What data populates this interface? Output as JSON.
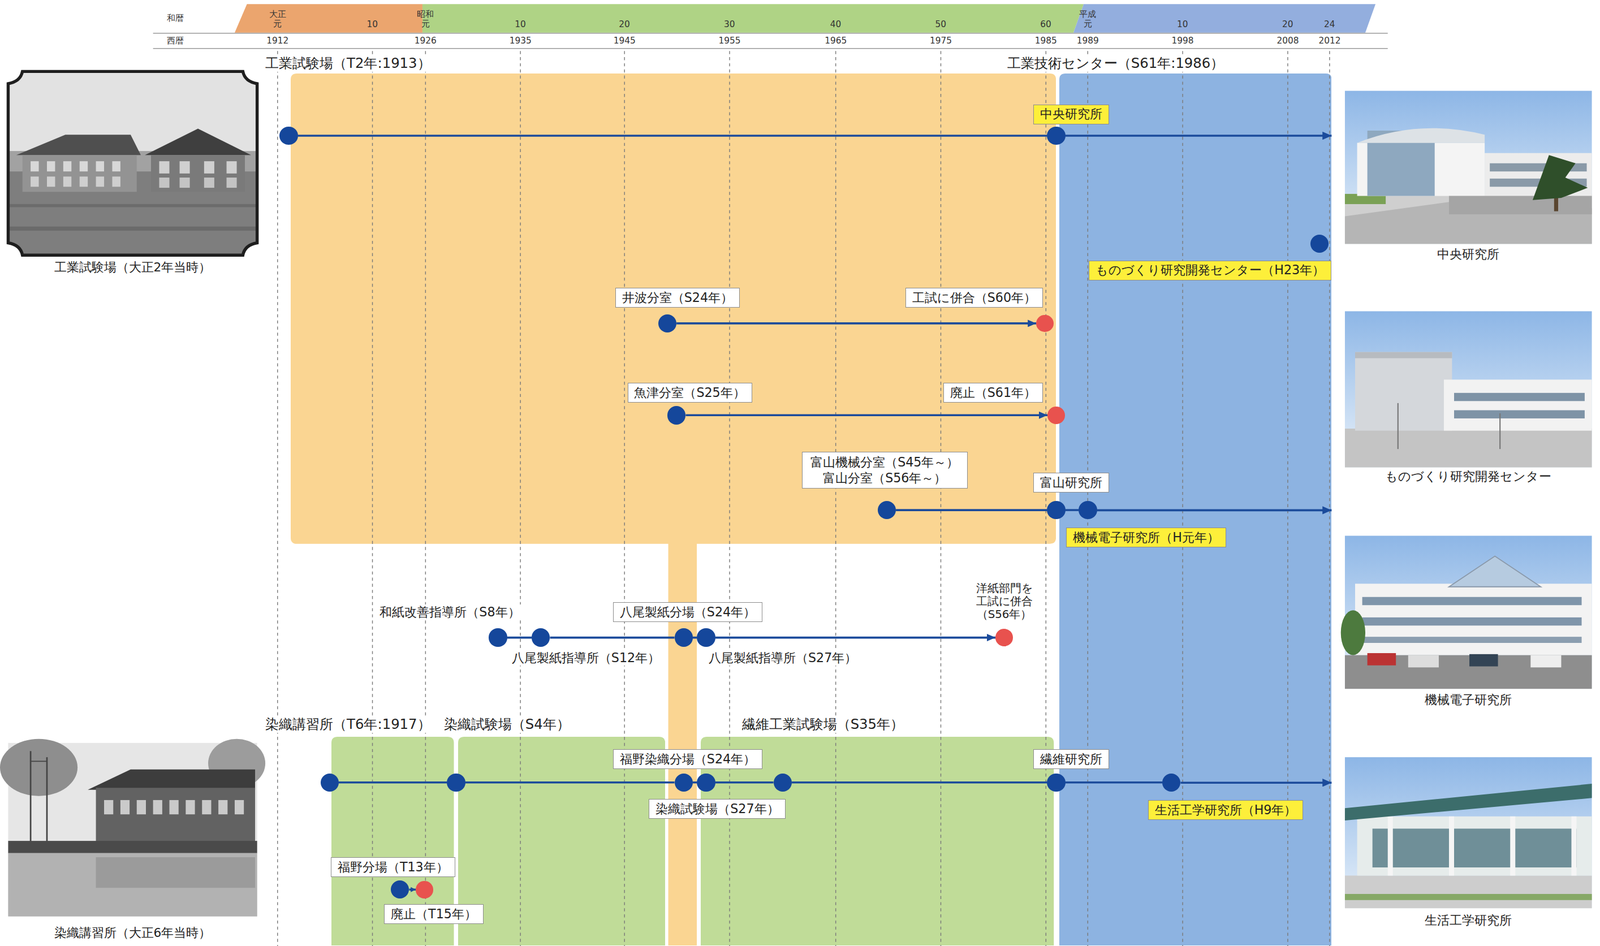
{
  "diagram": {
    "nodes": [
      {
        "text": [
          "工業試験場（大正2年当時）"
        ]
      },
      {
        "text": [
          "工業試験場（T2年:1913）"
        ]
      },
      {
        "text": [
          "工業技術センター（S61年:1986）"
        ]
      },
      {
        "text": [
          "中央研究所"
        ],
        "in": 2
      },
      {
        "text": [
          "中央研究所"
        ]
      },
      {
        "text": [
          "ものづくり研究開発センター（H23年）"
        ],
        "in": 2
      },
      {
        "text": [
          "ものづくり研究開発センター"
        ]
      },
      {
        "text": [
          "井波分室（S24年）"
        ],
        "in": 1
      },
      {
        "text": [
          "工試に併合（S60年）"
        ],
        "in": 1
      },
      {
        "text": [
          "魚津分室（S25年）"
        ],
        "in": 1
      },
      {
        "text": [
          "廃止（S61年）"
        ],
        "in": 1
      },
      {
        "text": [
          "富山機械分室（S45年～）",
          "富山分室（S56年～）"
        ],
        "in": 1
      },
      {
        "text": [
          "富山研究所"
        ],
        "in": 2
      },
      {
        "text": [
          "機械電子研究所（H元年）"
        ],
        "in": 2
      },
      {
        "text": [
          "機械電子研究所"
        ]
      },
      {
        "text": [
          "和紙改善指導所（S8年）"
        ]
      },
      {
        "text": [
          "八尾製紙指導所（S12年）"
        ]
      },
      {
        "text": [
          "八尾製紙分場（S24年）"
        ],
        "in": 1
      },
      {
        "text": [
          "八尾製紙指導所（S27年）"
        ]
      },
      {
        "text": [
          "洋紙部門を 工試に併合 （S56年）"
        ]
      },
      {
        "text": [
          "染織講習所（T6年:1917）"
        ]
      },
      {
        "text": [
          "染織試験場（S4年）"
        ]
      },
      {
        "text": [
          "繊維工業試験場（S35年）"
        ]
      },
      {
        "text": [
          "福野染織分場（S24年）"
        ],
        "in": 1
      },
      {
        "text": [
          "染織試験場（S27年）"
        ],
        "in": 22
      },
      {
        "text": [
          "繊維研究所"
        ],
        "in": 2
      },
      {
        "text": [
          "生活工学研究所（H9年）"
        ],
        "in": 2
      },
      {
        "text": [
          "生活工学研究所"
        ]
      },
      {
        "text": [
          "福野分場（T13年）"
        ],
        "in": 20
      },
      {
        "text": [
          "廃止（T15年）"
        ],
        "in": 20
      },
      {
        "text": [
          "染織講習所（大正6年当時）"
        ]
      }
    ],
    "edges": [
      {
        "from": 1,
        "to": 3,
        "arrow": "none"
      },
      {
        "from": 7,
        "to": 8,
        "arrow": "to"
      },
      {
        "from": 9,
        "to": 10,
        "arrow": "to"
      },
      {
        "from": 11,
        "to": 12,
        "arrow": "none"
      },
      {
        "from": 12,
        "to": 13,
        "arrow": "none"
      },
      {
        "from": 15,
        "to": 16,
        "arrow": "none"
      },
      {
        "from": 16,
        "to": 17,
        "arrow": "none"
      },
      {
        "from": 17,
        "to": 18,
        "arrow": "none"
      },
      {
        "from": 18,
        "to": 19,
        "arrow": "to"
      },
      {
        "from": 20,
        "to": 21,
        "arrow": "none"
      },
      {
        "from": 21,
        "to": 23,
        "arrow": "none"
      },
      {
        "from": 23,
        "to": 24,
        "arrow": "none"
      },
      {
        "from": 24,
        "to": 22,
        "arrow": "none"
      },
      {
        "from": 22,
        "to": 25,
        "arrow": "none"
      },
      {
        "from": 25,
        "to": 26,
        "arrow": "none"
      },
      {
        "from": 28,
        "to": 29,
        "arrow": "to"
      }
    ],
    "labels": [
      "和暦",
      "西暦",
      "大正 元",
      "10",
      "昭和 元",
      "10",
      "20",
      "30",
      "40",
      "50",
      "60",
      "平成 元",
      "10",
      "20",
      "24",
      "1912",
      "1926",
      "1935",
      "1945",
      "1955",
      "1965",
      "1975",
      "1985",
      "1989",
      "1998",
      "2008",
      "2012"
    ]
  }
}
